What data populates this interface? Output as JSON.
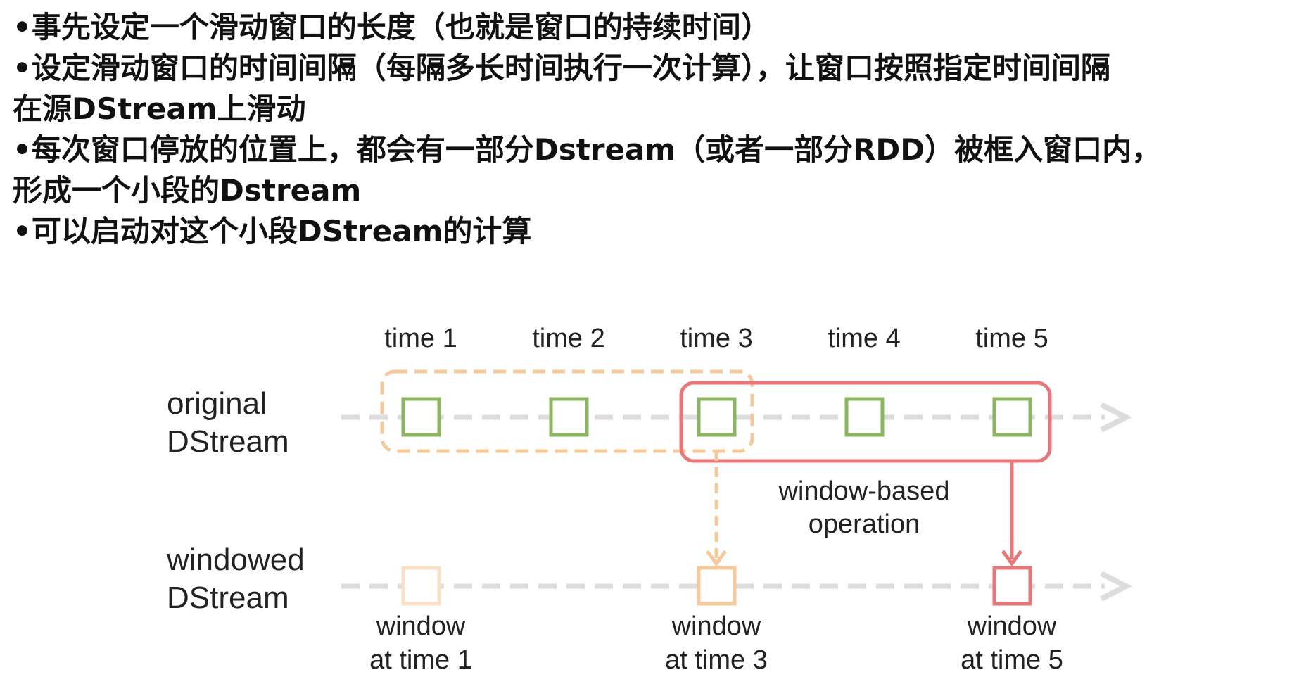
{
  "bullets": [
    "•事先设定一个滑动窗口的长度（也就是窗口的持续时间）",
    "•设定滑动窗口的时间间隔（每隔多长时间执行一次计算），让窗口按照指定时间间隔",
    "在源DStream上滑动",
    "•每次窗口停放的位置上，都会有一部分Dstream（或者一部分RDD）被框入窗口内，",
    "形成一个小段的Dstream",
    "•可以启动对这个小段DStream的计算"
  ],
  "diagram": {
    "times": [
      "time 1",
      "time 2",
      "time 3",
      "time 4",
      "time 5"
    ],
    "original_label": [
      "original",
      "DStream"
    ],
    "windowed_label": [
      "windowed",
      "DStream"
    ],
    "operation_label": [
      "window-based",
      "operation"
    ],
    "windows": [
      {
        "line1": "window",
        "line2": "at time 1"
      },
      {
        "line1": "window",
        "line2": "at time 3"
      },
      {
        "line1": "window",
        "line2": "at time 5"
      }
    ],
    "colors": {
      "green": "#8cb463",
      "orange": "#f5c99a",
      "light_orange": "#fbe0c8",
      "red": "#e8777a",
      "gray": "#dddddd"
    }
  }
}
